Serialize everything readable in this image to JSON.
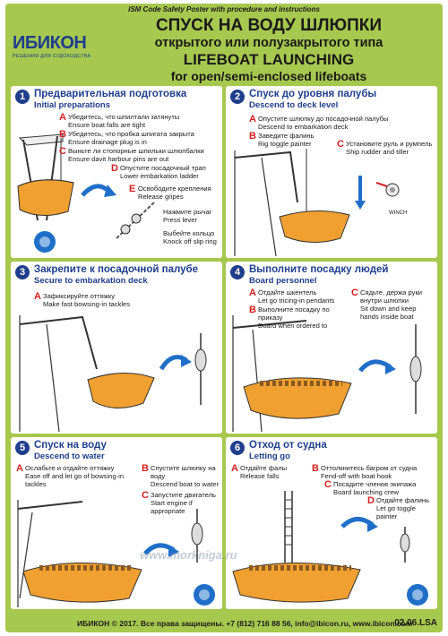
{
  "header": {
    "top_strip": "ISM Code Safety Poster with procedure and instructions",
    "logo": "ИБИКОН",
    "logo_sub": "РЕШЕНИЯ ДЛЯ СУДОХОДСТВА",
    "title_ru": "СПУСК НА ВОДУ ШЛЮПКИ",
    "subtitle_ru": "открытого или полузакрытого типа",
    "title_en": "LIFEBOAT LAUNCHING",
    "subtitle_en": "for open/semi-enclosed lifeboats"
  },
  "panels": [
    {
      "number": "1",
      "title_ru": "Предварительная подготовка",
      "title_en": "Initial preparations",
      "steps": [
        {
          "letter": "A",
          "ru": "Убедитесь, что шпилтали затянуты",
          "en": "Ensure boat falls are tight"
        },
        {
          "letter": "B",
          "ru": "Убедитесь, что пробка шпигата закрыта",
          "en": "Ensure drainage plug is in"
        },
        {
          "letter": "C",
          "ru": "Выньте ли стопорные шпильки шлюпбалки",
          "en": "Ensure davit harbour pins are out"
        },
        {
          "letter": "D",
          "ru": "Опустите посадочный трап",
          "en": "Lower embarkation ladder"
        },
        {
          "letter": "E",
          "ru": "Освободите крепления",
          "en": "Release gripes"
        },
        {
          "letter": "",
          "ru": "Нажмите рычаг",
          "en": "Press lever"
        },
        {
          "letter": "",
          "ru": "Выбейте кольцо",
          "en": "Knock off slip ring"
        }
      ]
    },
    {
      "number": "2",
      "title_ru": "Спуск до уровня палубы",
      "title_en": "Descend to deck level",
      "steps": [
        {
          "letter": "A",
          "ru": "Опустите шлюпку до посадочной палубы",
          "en": "Descend to embarkation deck"
        },
        {
          "letter": "B",
          "ru": "Заведите фалинь",
          "en": "Rig toggle painter"
        },
        {
          "letter": "C",
          "ru": "Установите руль и румпель",
          "en": "Ship rudder and tiller"
        }
      ],
      "label_winch": "WINCH"
    },
    {
      "number": "3",
      "title_ru": "Закрепите к посадочной палубе",
      "title_en": "Secure to embarkation deck",
      "steps": [
        {
          "letter": "A",
          "ru": "Зафиксируйте оттяжку",
          "en": "Make fast bowsing-in tackles"
        }
      ]
    },
    {
      "number": "4",
      "title_ru": "Выполните посадку людей",
      "title_en": "Board personnel",
      "steps": [
        {
          "letter": "A",
          "ru": "Отдайте шкентель",
          "en": "Let go tricing-in pendants"
        },
        {
          "letter": "B",
          "ru": "Выполните посадку по приказу",
          "en": "Board when ordered to"
        },
        {
          "letter": "C",
          "ru": "Сядьте, держа руки внутри шлюпки",
          "en": "Sit down and keep hands inside boat"
        }
      ]
    },
    {
      "number": "5",
      "title_ru": "Спуск на воду",
      "title_en": "Descend to water",
      "steps": [
        {
          "letter": "A",
          "ru": "Ослабьте и отдайте оттяжку",
          "en": "Ease off and let go of bowsing-in tackles"
        },
        {
          "letter": "B",
          "ru": "Спустите шлюпку на воду",
          "en": "Descend boat to water"
        },
        {
          "letter": "C",
          "ru": "Запустите двигатель",
          "en": "Start engine if appropriate"
        }
      ]
    },
    {
      "number": "6",
      "title_ru": "Отход от судна",
      "title_en": "Letting go",
      "steps": [
        {
          "letter": "A",
          "ru": "Отдайте фалы",
          "en": "Release falls"
        },
        {
          "letter": "B",
          "ru": "Оттолкнитесь багром от судна",
          "en": "Fend-off with boat hook"
        },
        {
          "letter": "C",
          "ru": "Посадите членов экипажа",
          "en": "Board launching crew"
        },
        {
          "letter": "D",
          "ru": "Отдайте фалинь",
          "en": "Let go toggle painter"
        }
      ]
    }
  ],
  "footer": {
    "text": "ИБИКОН © 2017. Все права защищены. +7 (812) 716 88 56, info@ibicon.ru, www.ibicon.com",
    "code": "02.06.LSA"
  },
  "watermark": "www.morkniga.ru",
  "colors": {
    "background_green": "#a6c84e",
    "title_blue": "#1f3e8c",
    "letter_red": "#d42020",
    "boat_orange": "#f0a030",
    "arrow_blue": "#1f6fc8"
  }
}
